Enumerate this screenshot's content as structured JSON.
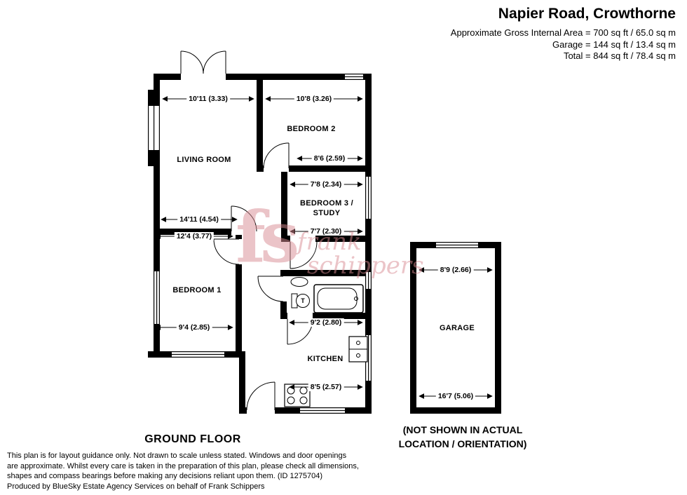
{
  "header": {
    "title": "Napier Road, Crowthorne",
    "area_lines": [
      "Approximate Gross Internal Area = 700 sq ft / 65.0 sq m",
      "Garage = 144 sq ft / 13.4 sq m",
      "Total = 844 sq ft / 78.4 sq m"
    ]
  },
  "plan": {
    "rooms": {
      "living": "LIVING ROOM",
      "bedroom2": "BEDROOM 2",
      "bedroom3_line1": "BEDROOM 3 /",
      "bedroom3_line2": "STUDY",
      "bedroom1": "BEDROOM 1",
      "kitchen": "KITCHEN",
      "garage": "GARAGE"
    },
    "dims": {
      "living_top": "10'11 (3.33)",
      "living_bottom": "14'11 (4.54)",
      "bedroom2_top": "10'8 (3.26)",
      "bedroom2_side": "8'6 (2.59)",
      "bedroom3_top": "7'8 (2.34)",
      "bedroom3_bottom": "7'7 (2.30)",
      "bedroom1_top": "12'4 (3.77)",
      "bedroom1_bottom": "9'4 (2.85)",
      "kitchen_top": "9'2 (2.80)",
      "kitchen_bottom": "8'5 (2.57)",
      "garage_width": "8'9 (2.66)",
      "garage_length": "16'7 (5.06)"
    },
    "toilet_label": "T",
    "floor_label": "GROUND FLOOR",
    "garage_note_line1": "(NOT SHOWN IN ACTUAL",
    "garage_note_line2": "LOCATION / ORIENTATION)"
  },
  "watermark": {
    "monogram": "fs",
    "line1": "frank",
    "line2": "schippers"
  },
  "footer": {
    "lines": [
      "This plan is for layout guidance only. Not drawn to scale unless stated. Windows and door openings",
      "are approximate. Whilst every care is taken in the preparation of this plan, please check all dimensions,",
      "shapes and compass bearings before making any decisions reliant upon them. (ID 1275704)",
      "Produced by BlueSky Estate Agency Services on behalf of Frank Schippers"
    ]
  },
  "colors": {
    "wall": "#000000",
    "watermark_pink": "#d98b92"
  }
}
